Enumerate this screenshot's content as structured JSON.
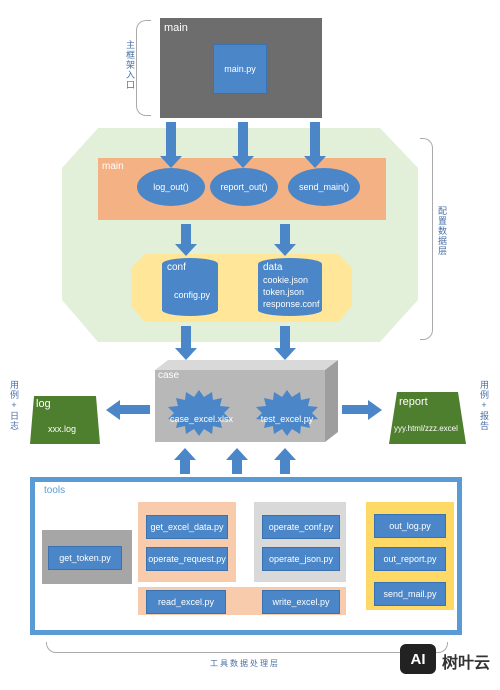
{
  "side_labels": {
    "entry": "主框架入口",
    "config_layer": "配置数据层",
    "case_log": "用例+日志",
    "case_report": "用例+报告",
    "tools_layer": "工具数据处理层"
  },
  "main_top": {
    "title": "main",
    "file": "main.py"
  },
  "main_mid": {
    "title": "main",
    "functions": [
      "log_out()",
      "report_out()",
      "send_main()"
    ]
  },
  "conf": {
    "title": "conf",
    "file": "config.py"
  },
  "data": {
    "title": "data",
    "files": [
      "cookie.json",
      "token.json",
      "response.conf"
    ]
  },
  "case": {
    "title": "case",
    "items": [
      "case_excel.xlsx",
      "test_excel.py"
    ]
  },
  "log": {
    "title": "log",
    "file": "xxx.log"
  },
  "report": {
    "title": "report",
    "file": "yyy.html/zzz.excel"
  },
  "tools": {
    "title": "tools",
    "get_token": "get_token.py",
    "excel_group": [
      "get_excel_data.py",
      "operate_request.py"
    ],
    "json_group": [
      "operate_conf.py",
      "operate_json.py"
    ],
    "rw_group": [
      "read_excel.py",
      "write_excel.py"
    ],
    "out_group": [
      "out_log.py",
      "out_report.py",
      "send_mail.py"
    ]
  },
  "watermark": {
    "text": "树叶云",
    "badge": "AI"
  },
  "colors": {
    "blue": "#4a86c8",
    "gray": "#6d6d6d",
    "green_bg": "#e2f0d9",
    "orange": "#f4b183",
    "yellow": "#ffe699",
    "dark_green": "#4e7f2e",
    "tools_border": "#5b9bd5",
    "case_gray": "#b8b8b8"
  }
}
